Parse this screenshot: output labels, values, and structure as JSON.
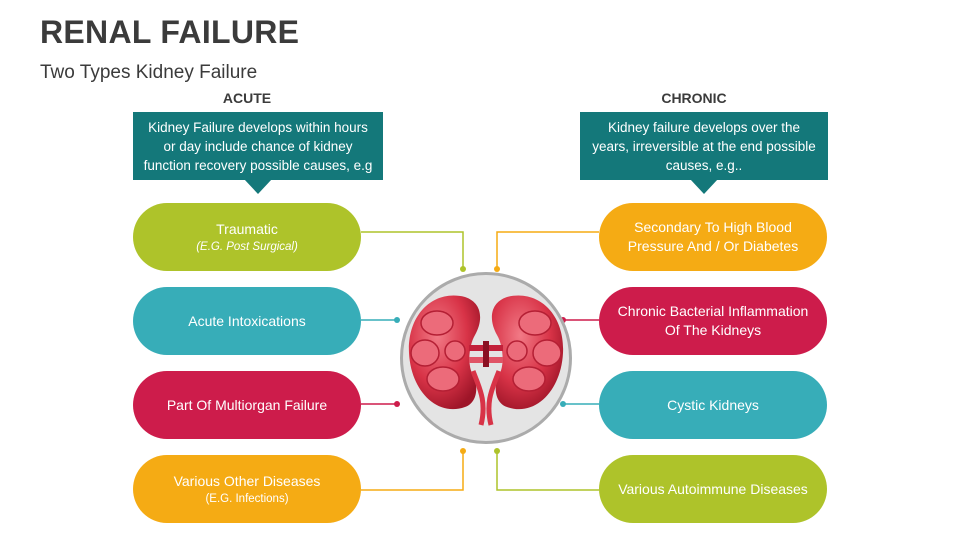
{
  "header": {
    "title": "RENAL FAILURE",
    "subtitle": "Two Types Kidney Failure"
  },
  "acute": {
    "heading": "ACUTE",
    "description": "Kidney Failure develops within hours or day include chance of kidney function recovery possible causes, e.g",
    "items": [
      {
        "label": "Traumatic",
        "sub": "(E.G. Post Surgical)",
        "color": "#aec32a"
      },
      {
        "label": "Acute Intoxications",
        "color": "#37adb8"
      },
      {
        "label": "Part Of Multiorgan Failure",
        "color": "#cd1c4b"
      },
      {
        "label": "Various Other Diseases",
        "sub": "(E.G. Infections)",
        "color": "#f5ab14"
      }
    ]
  },
  "chronic": {
    "heading": "CHRONIC",
    "description": "Kidney failure develops over the years, irreversible at the end possible causes, e.g..",
    "items": [
      {
        "label": "Secondary To High Blood Pressure And / Or Diabetes",
        "color": "#f5ab14"
      },
      {
        "label": "Chronic Bacterial Inflammation Of The Kidneys",
        "color": "#cd1c4b"
      },
      {
        "label": "Cystic Kidneys",
        "color": "#37adb8"
      },
      {
        "label": "Various Autoimmune Diseases",
        "color": "#aec32a"
      }
    ]
  },
  "center": {
    "icon": "kidneys-icon",
    "callout_color": "#14787a"
  }
}
